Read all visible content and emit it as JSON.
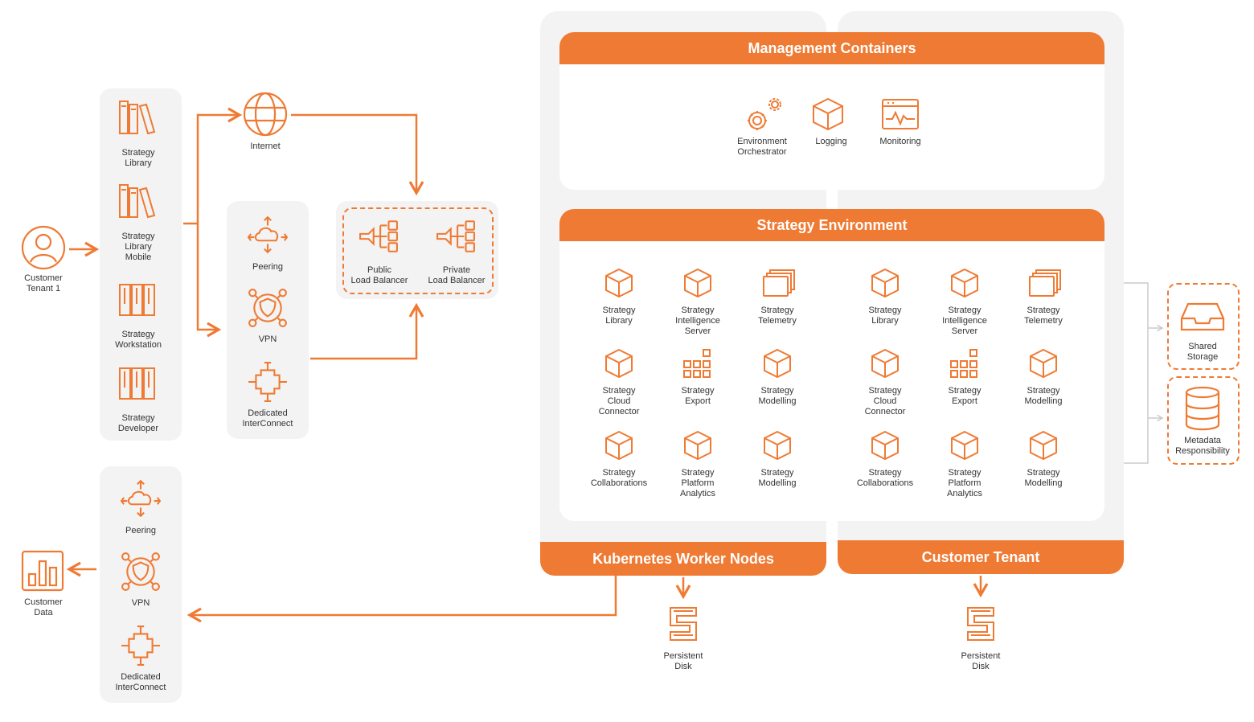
{
  "accent_color": "#ef7a33",
  "panel_color": "#f3f3f3",
  "customer_tenant_1": "Customer\nTenant 1",
  "customer_data": "Customer\nData",
  "left_tools": [
    "Strategy\nLibrary",
    "Strategy\nLibrary\nMobile",
    "Strategy\nWorkstation",
    "Strategy\nDeveloper"
  ],
  "internet": "Internet",
  "network_top": [
    "Peering",
    "VPN",
    "Dedicated\nInterConnect"
  ],
  "network_bottom": [
    "Peering",
    "VPN",
    "Dedicated\nInterConnect"
  ],
  "load_balancers": [
    "Public\nLoad Balancer",
    "Private\nLoad Balancer"
  ],
  "management": {
    "title": "Management Containers",
    "items": [
      "Environment\nOrchestrator",
      "Logging",
      "Monitoring"
    ]
  },
  "strategy_env": {
    "title": "Strategy Environment",
    "items": [
      "Strategy\nLibrary",
      "Strategy\nIntelligence\nServer",
      "Strategy\nTelemetry",
      "Strategy\nLibrary",
      "Strategy\nIntelligence\nServer",
      "Strategy\nTelemetry",
      "Strategy\nCloud\nConnector",
      "Strategy\nExport",
      "Strategy\nModelling",
      "Strategy\nCloud\nConnector",
      "Strategy\nExport",
      "Strategy\nModelling",
      "Strategy\nCollaborations",
      "Strategy\nPlatform\nAnalytics",
      "Strategy\nModelling",
      "Strategy\nCollaborations",
      "Strategy\nPlatform\nAnalytics",
      "Strategy\nModelling"
    ],
    "icons": [
      "cube-icon",
      "cube-icon",
      "stack-icon",
      "cube-icon",
      "cube-icon",
      "stack-icon",
      "cube-icon",
      "grid-icon",
      "cube-icon",
      "cube-icon",
      "grid-icon",
      "cube-icon",
      "cube-icon",
      "cube-icon",
      "cube-icon",
      "cube-icon",
      "cube-icon",
      "cube-icon"
    ]
  },
  "kubernetes": "Kubernetes Worker Nodes",
  "customer_tenant": "Customer Tenant",
  "persistent_disk": [
    "Persistent\nDisk",
    "Persistent\nDisk"
  ],
  "storage": [
    "Shared\nStorage",
    "Metadata\nResponsibility"
  ]
}
